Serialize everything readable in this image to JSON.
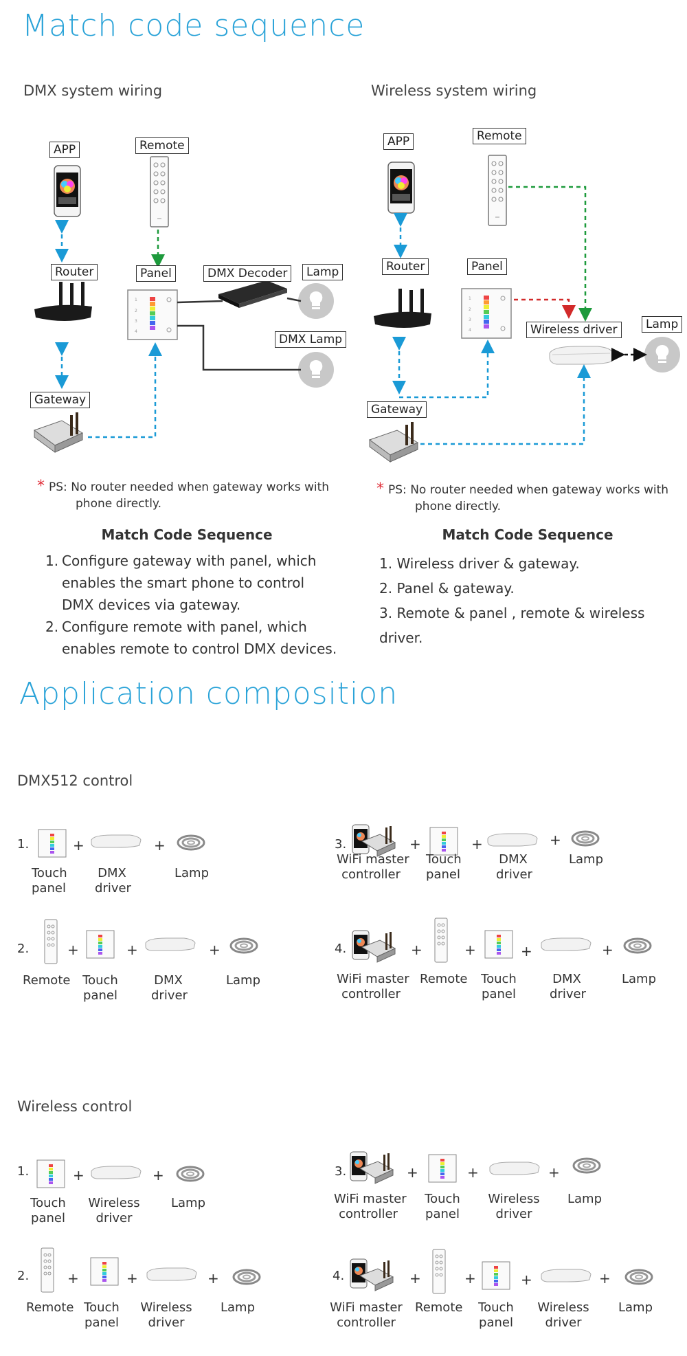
{
  "section1": {
    "title": "Match code sequence",
    "dmx": {
      "heading": "DMX system wiring",
      "labels": {
        "app": "APP",
        "remote": "Remote",
        "router": "Router",
        "panel": "Panel",
        "dmx_decoder": "DMX Decoder",
        "lamp": "Lamp",
        "dmx_lamp": "DMX Lamp",
        "gateway": "Gateway"
      },
      "ps_prefix": "PS:",
      "ps_line1": "No router needed when gateway works with",
      "ps_line2": "phone directly.",
      "mcs_title": "Match Code Sequence",
      "steps": [
        {
          "n": "1.",
          "lines": [
            "Configure gateway with panel, which",
            "enables the smart phone to control",
            "DMX devices via gateway."
          ]
        },
        {
          "n": "2.",
          "lines": [
            "Configure remote with panel, which",
            "enables remote to control DMX devices."
          ]
        }
      ]
    },
    "wireless": {
      "heading": "Wireless system wiring",
      "labels": {
        "app": "APP",
        "remote": "Remote",
        "router": "Router",
        "panel": "Panel",
        "wireless_driver": "Wireless driver",
        "lamp": "Lamp",
        "gateway": "Gateway"
      },
      "ps_prefix": "PS:",
      "ps_line1": "No router needed when gateway works with",
      "ps_line2": "phone directly.",
      "mcs_title": "Match Code Sequence",
      "steps": [
        "1. Wireless driver & gateway.",
        "2. Panel & gateway.",
        "3. Remote & panel , remote & wireless driver."
      ]
    }
  },
  "section2": {
    "title": "Application composition",
    "dmx512": {
      "heading": "DMX512 control",
      "row1_left": {
        "n": "1.",
        "items": [
          [
            "Touch",
            "panel"
          ],
          [
            "DMX",
            "driver"
          ],
          [
            "Lamp"
          ]
        ]
      },
      "row1_right": {
        "n": "3.",
        "items": [
          [
            "WiFi master",
            "controller"
          ],
          [
            "Touch",
            "panel"
          ],
          [
            "DMX",
            "driver"
          ],
          [
            "Lamp"
          ]
        ]
      },
      "row2_left": {
        "n": "2.",
        "items": [
          [
            "Remote"
          ],
          [
            "Touch",
            "panel"
          ],
          [
            "DMX",
            "driver"
          ],
          [
            "Lamp"
          ]
        ]
      },
      "row2_right": {
        "n": "4.",
        "items": [
          [
            "WiFi master",
            "controller"
          ],
          [
            "Remote"
          ],
          [
            "Touch",
            "panel"
          ],
          [
            "DMX",
            "driver"
          ],
          [
            "Lamp"
          ]
        ]
      }
    },
    "wireless": {
      "heading": "Wireless control",
      "row1_left": {
        "n": "1.",
        "items": [
          [
            "Touch",
            "panel"
          ],
          [
            "Wireless",
            "driver"
          ],
          [
            "Lamp"
          ]
        ]
      },
      "row1_right": {
        "n": "3.",
        "items": [
          [
            "WiFi master",
            "controller"
          ],
          [
            "Touch",
            "panel"
          ],
          [
            "Wireless",
            "driver"
          ],
          [
            "Lamp"
          ]
        ]
      },
      "row2_left": {
        "n": "2.",
        "items": [
          [
            "Remote"
          ],
          [
            "Touch",
            "panel"
          ],
          [
            "Wireless",
            "driver"
          ],
          [
            "Lamp"
          ]
        ]
      },
      "row2_right": {
        "n": "4.",
        "items": [
          [
            "WiFi master",
            "controller"
          ],
          [
            "Remote"
          ],
          [
            "Touch",
            "panel"
          ],
          [
            "Wireless",
            "driver"
          ],
          [
            "Lamp"
          ]
        ]
      }
    },
    "plus": "+"
  },
  "colors": {
    "accent": "#2aa3d8",
    "blue_dash": "#1a9ad6",
    "green_dash": "#1d9a3c",
    "red_dash": "#d22a2a"
  }
}
